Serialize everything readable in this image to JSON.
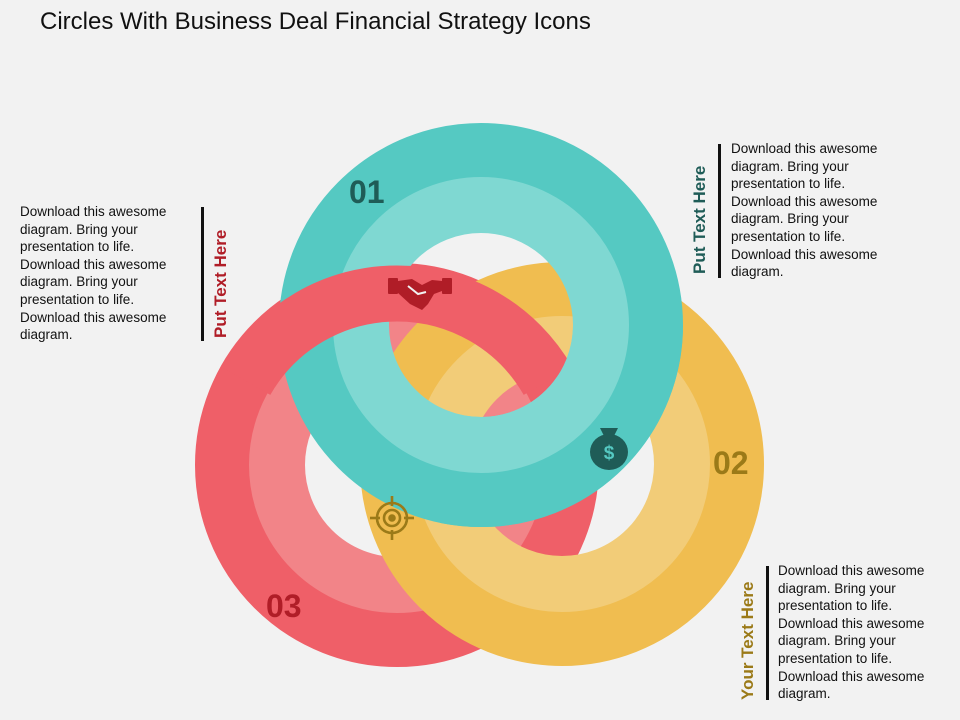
{
  "title": "Circles With Business Deal Financial Strategy Icons",
  "colors": {
    "teal": "#55c9c2",
    "teal_light": "#7fd8d2",
    "red": "#ef5f68",
    "red_light": "#f28488",
    "yellow": "#f0bd50",
    "yellow_light": "#f2cc78",
    "red_dark": "#b01d27",
    "teal_dark": "#1f5c57",
    "olive": "#9b7a18"
  },
  "rings": [
    {
      "number": "01",
      "icon": "handshake-icon"
    },
    {
      "number": "02",
      "icon": "money-bag-icon"
    },
    {
      "number": "03",
      "icon": "target-icon"
    }
  ],
  "blocks": [
    {
      "label": "Put Text Here",
      "text": "Download this awesome diagram. Bring your presentation to life. Download this awesome diagram. Bring your presentation to life. Download this awesome diagram."
    },
    {
      "label": "Put Text Here",
      "text": "Download this awesome diagram. Bring your presentation to life. Download this awesome diagram. Bring your presentation to life. Download this awesome diagram."
    },
    {
      "label": "Your Text Here",
      "text": "Download this awesome diagram. Bring your presentation to life. Download this awesome diagram. Bring your presentation to life. Download this awesome diagram."
    }
  ]
}
